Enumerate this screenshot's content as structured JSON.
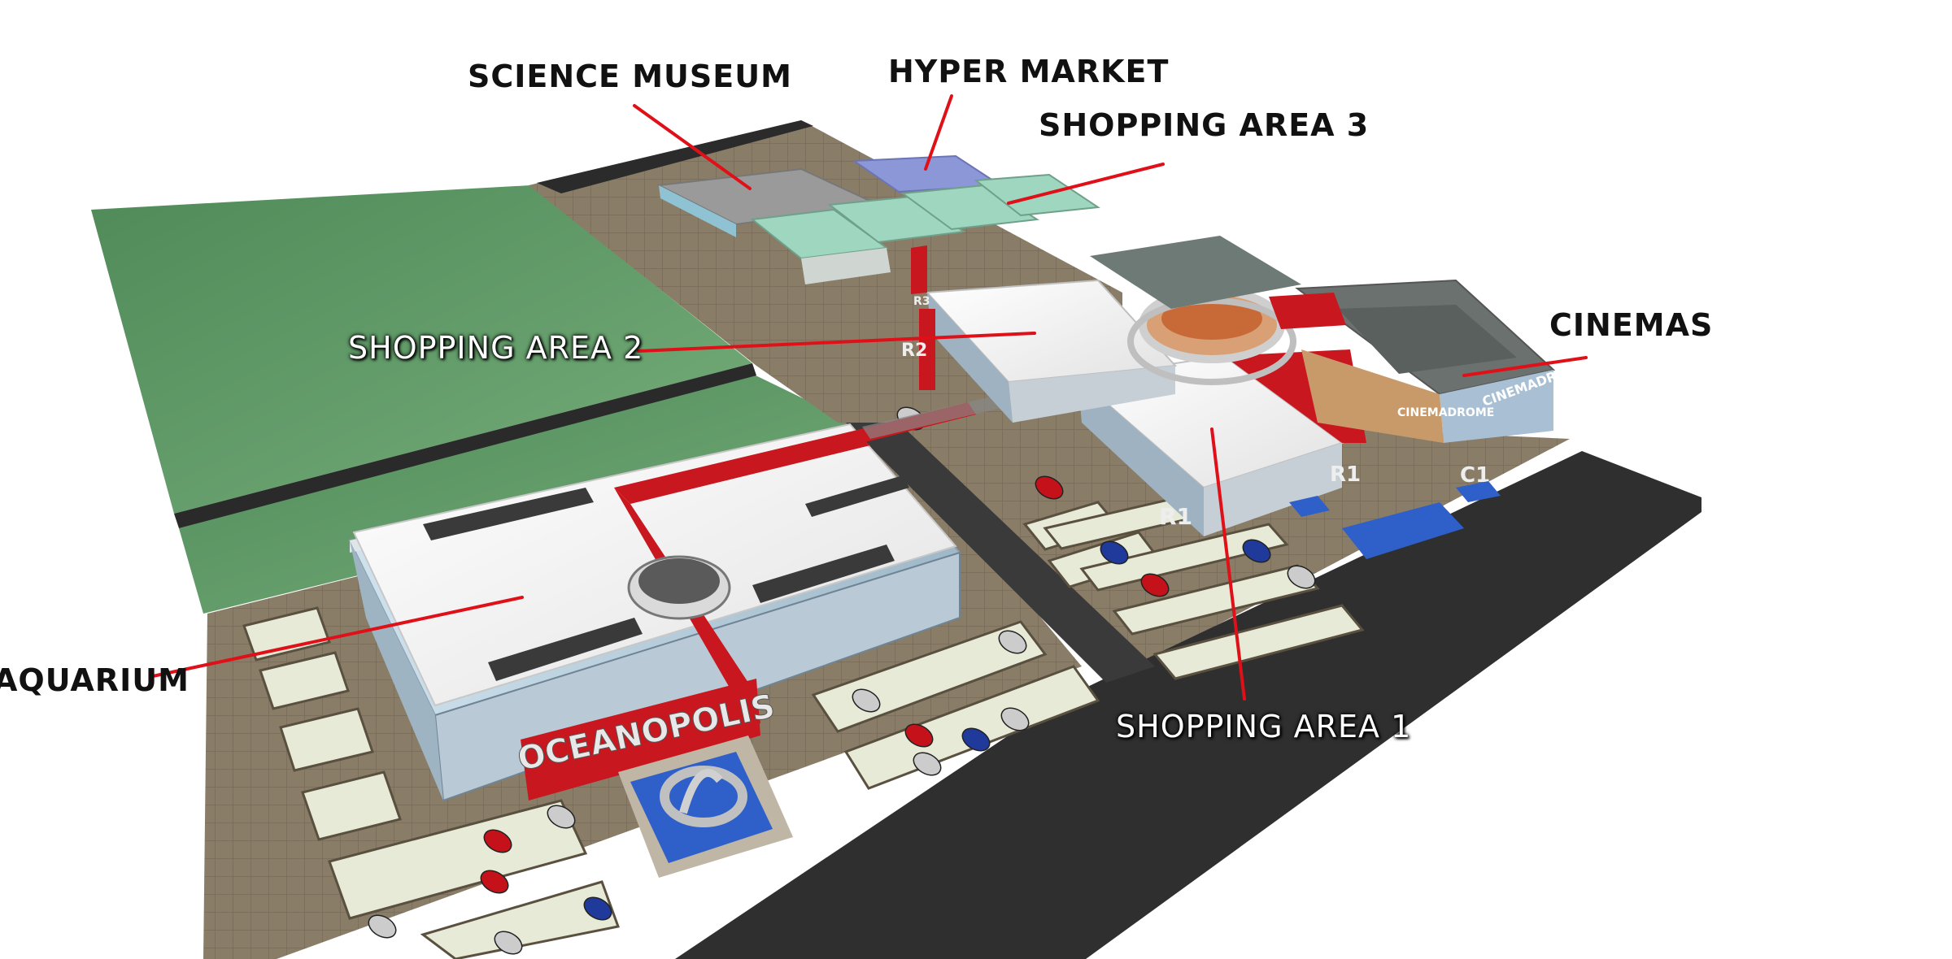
{
  "labels": {
    "science_museum": "SCIENCE MUSEUM",
    "hyper_market": "HYPER MARKET",
    "shopping_area_3": "SHOPPING AREA 3",
    "shopping_area_2": "SHOPPING AREA 2",
    "cinemas": "CINEMAS",
    "aquarium": "AQUARIUM",
    "shopping_area_1": "SHOPPING AREA 1"
  },
  "signs": {
    "oceanopolis": "OCEANOPOLIS",
    "cinemadrome": "CINEMADROME",
    "r1": "R1",
    "r1b": "R1",
    "c1": "C1",
    "r2": "R2",
    "r3": "R3"
  },
  "colors": {
    "leader": "#e01019",
    "grass": "#5e9a66",
    "road": "#2f2f2f",
    "pavement": "#8b7e69",
    "roof": "#f2f2f2",
    "accent_red": "#c8171e",
    "glass_green": "#9fd6c0",
    "water": "#2f5fc8"
  }
}
